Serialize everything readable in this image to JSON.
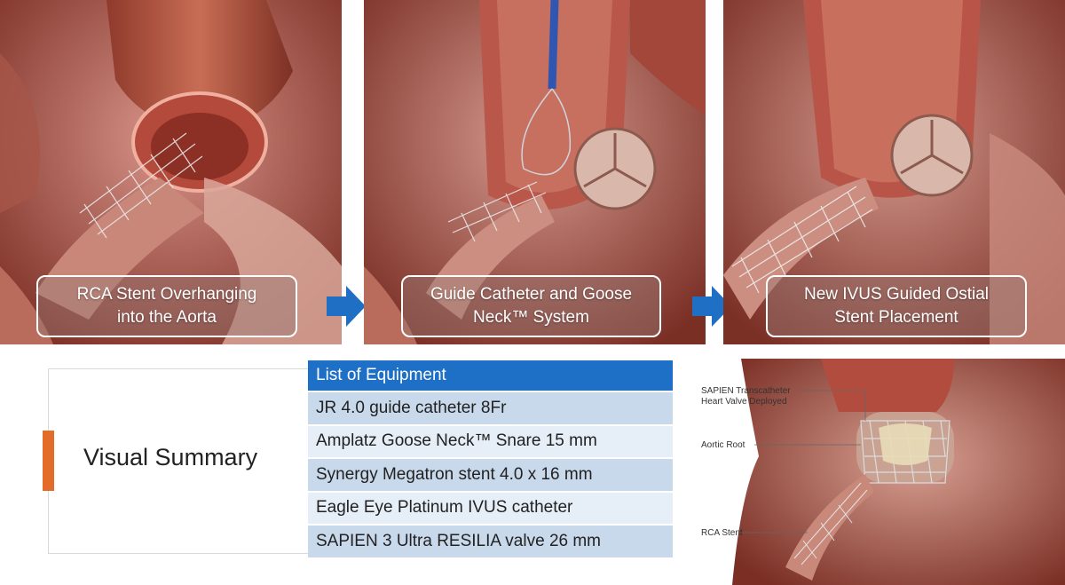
{
  "panels": [
    {
      "caption_line1": "RCA Stent Overhanging",
      "caption_line2": "into the Aorta"
    },
    {
      "caption_line1": "Guide Catheter and Goose",
      "caption_line2": "Neck™ System"
    },
    {
      "caption_line1": "New IVUS Guided Ostial",
      "caption_line2": "Stent Placement"
    }
  ],
  "summary": {
    "title": "Visual Summary"
  },
  "equipment": {
    "header": "List of Equipment",
    "items": [
      "JR 4.0 guide catheter 8Fr",
      "Amplatz Goose Neck™ Snare 15 mm",
      "Synergy Megatron stent 4.0 x 16 mm",
      "Eagle Eye Platinum IVUS catheter",
      "SAPIEN 3 Ultra RESILIA valve 26 mm"
    ]
  },
  "figure_labels": {
    "valve_line1": "SAPIEN Transcatheter",
    "valve_line2": "Heart Valve Deployed",
    "aortic_root": "Aortic Root",
    "rca_stent": "RCA Stent"
  },
  "colors": {
    "accent_blue": "#1e6fc6",
    "accent_orange": "#e46c2a",
    "arrow_blue": "#1f6fc5"
  }
}
